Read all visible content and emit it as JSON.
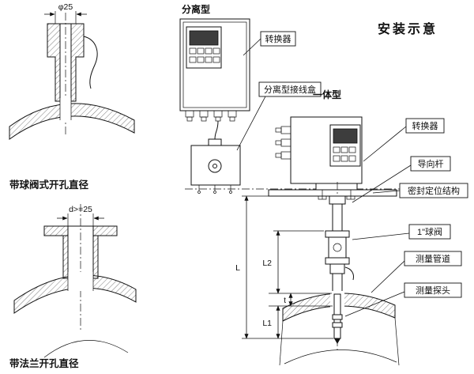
{
  "title": "安装示意",
  "left_top": {
    "dim": "φ25",
    "caption": "带球阀式开孔直径"
  },
  "left_bottom": {
    "dim": "d>=25",
    "caption": "带法兰开孔直径"
  },
  "separate": {
    "heading": "分离型",
    "converter_label": "转换器",
    "junction_label": "分离型接线盒"
  },
  "integrated": {
    "heading": "一体型",
    "converter_label": "转换器",
    "guide_rod_label": "导向杆",
    "seal_label": "密封定位结构",
    "valve_label": "1\"球阀",
    "pipe_label": "测量管道",
    "probe_label": "测量探头"
  },
  "dims": {
    "L": "L",
    "L1": "L1",
    "L2": "L2",
    "t": "t"
  },
  "colors": {
    "ink": "#111111",
    "screen": "#3d3d3d",
    "background": "#ffffff"
  }
}
